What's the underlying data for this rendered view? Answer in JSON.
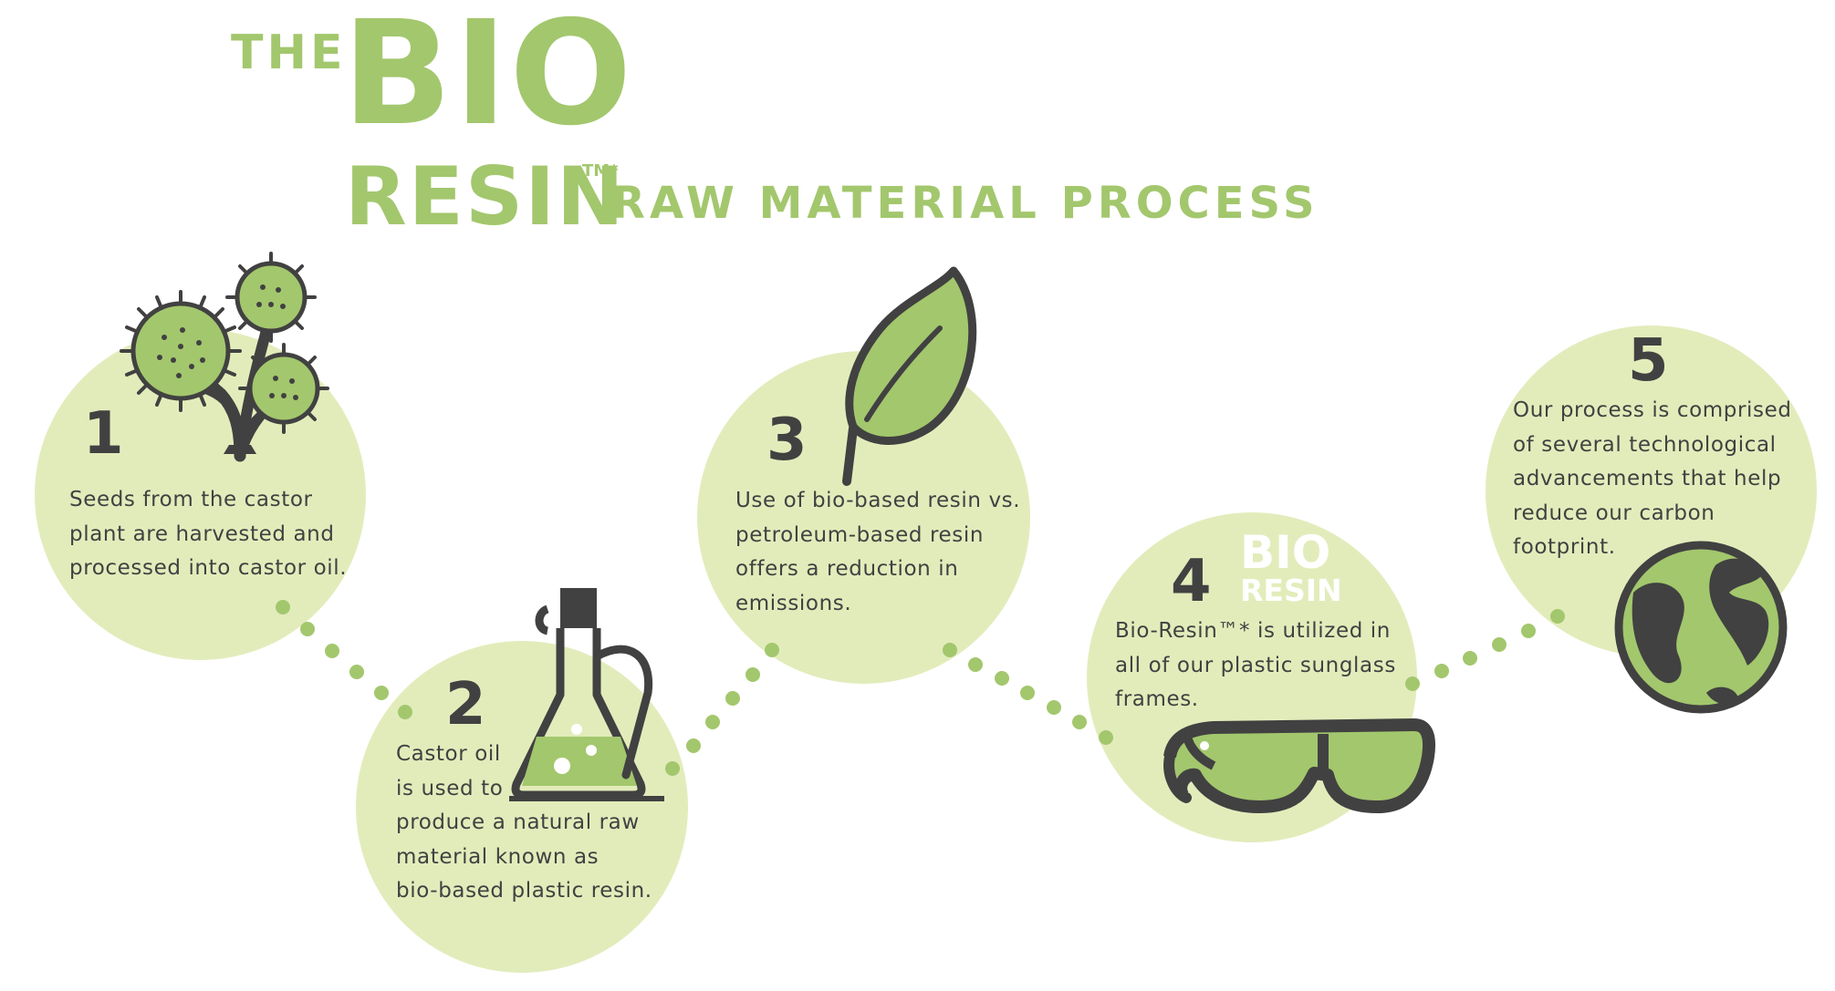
{
  "title": {
    "the": "THE",
    "bio": "BIO",
    "resin": "RESIN",
    "tm": "TM*",
    "subtitle": "RAW MATERIAL PROCESS"
  },
  "colors": {
    "brand_green": "#a3c76d",
    "circle_fill": "#e2ecbb",
    "icon_dark": "#414141",
    "icon_green": "#a3c76d"
  },
  "steps": [
    {
      "number": "1",
      "lines": [
        "Seeds from the castor",
        "plant are harvested and",
        "processed into castor oil."
      ],
      "icon": "castor-plant-icon"
    },
    {
      "number": "2",
      "lines": [
        "Castor oil",
        "is used to",
        "produce a natural raw",
        "material known as",
        "bio-based plastic resin."
      ],
      "icon": "oil-jar-icon"
    },
    {
      "number": "3",
      "lines": [
        "Use of bio-based resin vs.",
        "petroleum-based resin",
        "offers a reduction in",
        "emissions."
      ],
      "icon": "leaf-icon"
    },
    {
      "number": "4",
      "badge_top": "BIO",
      "badge_bottom": "RESIN",
      "lines": [
        "Bio-Resin™* is utilized in",
        "all of our plastic sunglass",
        "frames."
      ],
      "icon": "sunglasses-icon"
    },
    {
      "number": "5",
      "lines": [
        "Our process is comprised",
        "of several technological",
        "advancements that help",
        "reduce our carbon",
        "footprint."
      ],
      "icon": "globe-icon"
    }
  ]
}
